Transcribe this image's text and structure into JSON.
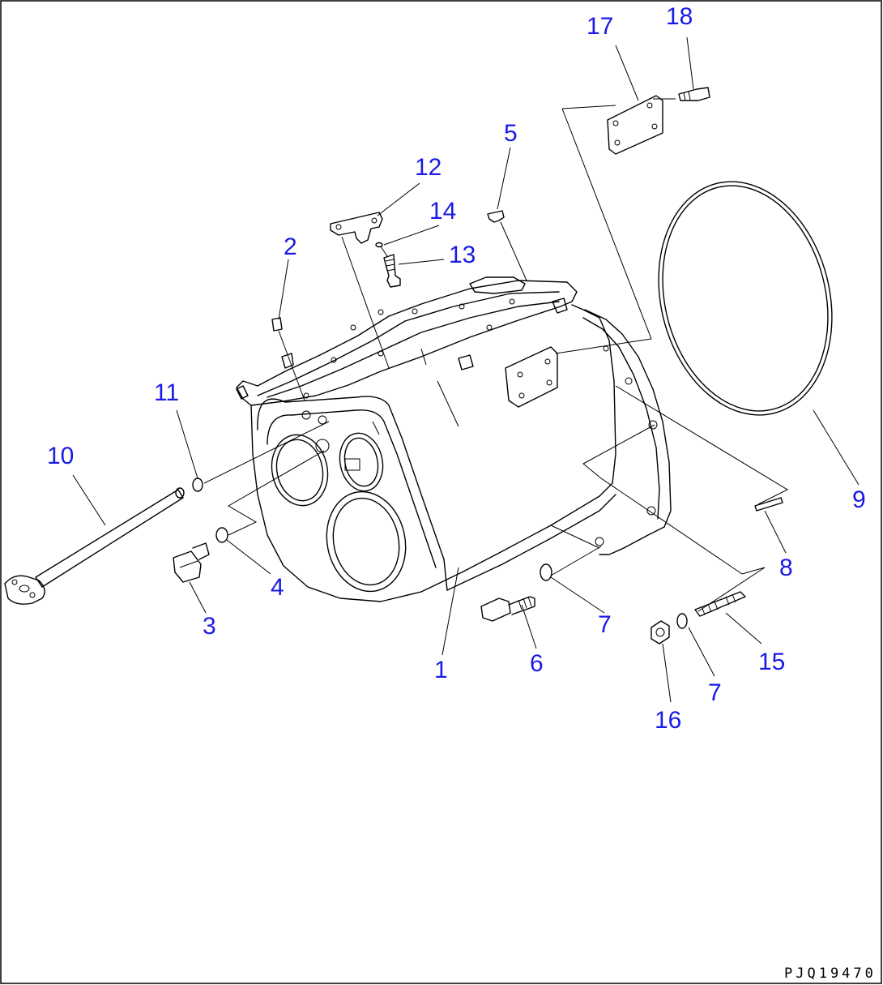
{
  "drawing": {
    "code": "PJQ19470",
    "callouts": [
      "1",
      "2",
      "3",
      "4",
      "5",
      "6",
      "7",
      "7",
      "8",
      "9",
      "10",
      "11",
      "12",
      "13",
      "14",
      "15",
      "16",
      "17",
      "18"
    ]
  },
  "colors": {
    "callout": "#1a1ae6",
    "line": "#000000",
    "background": "#ffffff"
  }
}
